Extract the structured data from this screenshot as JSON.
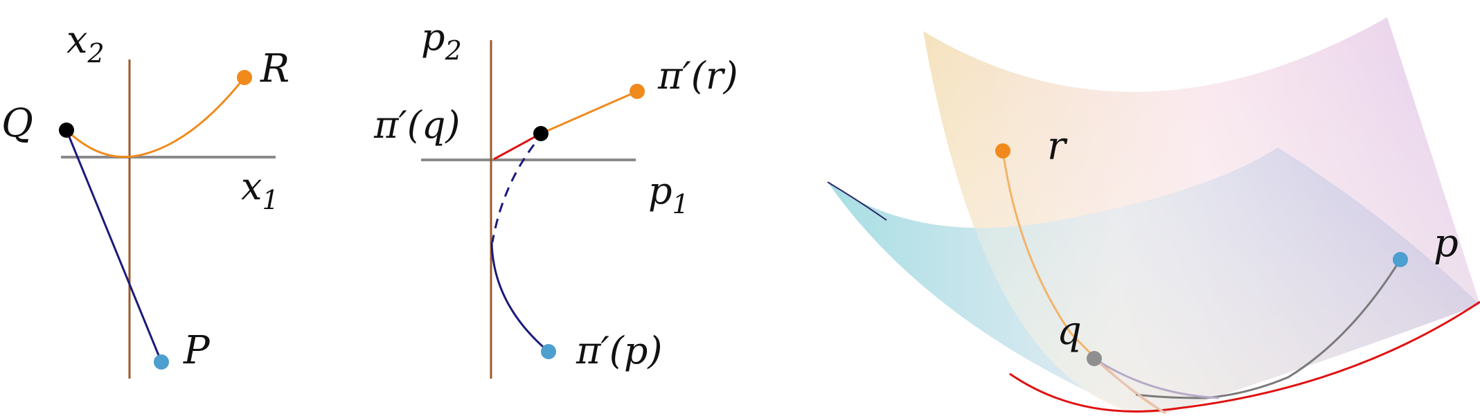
{
  "panels": {
    "left": {
      "axis_x": "x",
      "axis_x_sub": "1",
      "axis_y": "x",
      "axis_y_sub": "2",
      "point_Q": "Q",
      "point_R": "R",
      "point_P": "P"
    },
    "middle": {
      "axis_x": "p",
      "axis_x_sub": "1",
      "axis_y": "p",
      "axis_y_sub": "2",
      "label_q": "π′(q)",
      "label_r": "π′(r)",
      "label_p": "π′(p)"
    },
    "right": {
      "point_r": "r",
      "point_q": "q",
      "point_p": "p"
    }
  },
  "colors": {
    "axis_vertical": "#9a5a2a",
    "axis_horizontal": "#8a8a8a",
    "orange": "#f08a1c",
    "navy": "#1a1a7a",
    "blue_point": "#4d9fcf",
    "black_point": "#000000",
    "red_curve": "#e01010",
    "gray_point": "#8f8f8f"
  }
}
